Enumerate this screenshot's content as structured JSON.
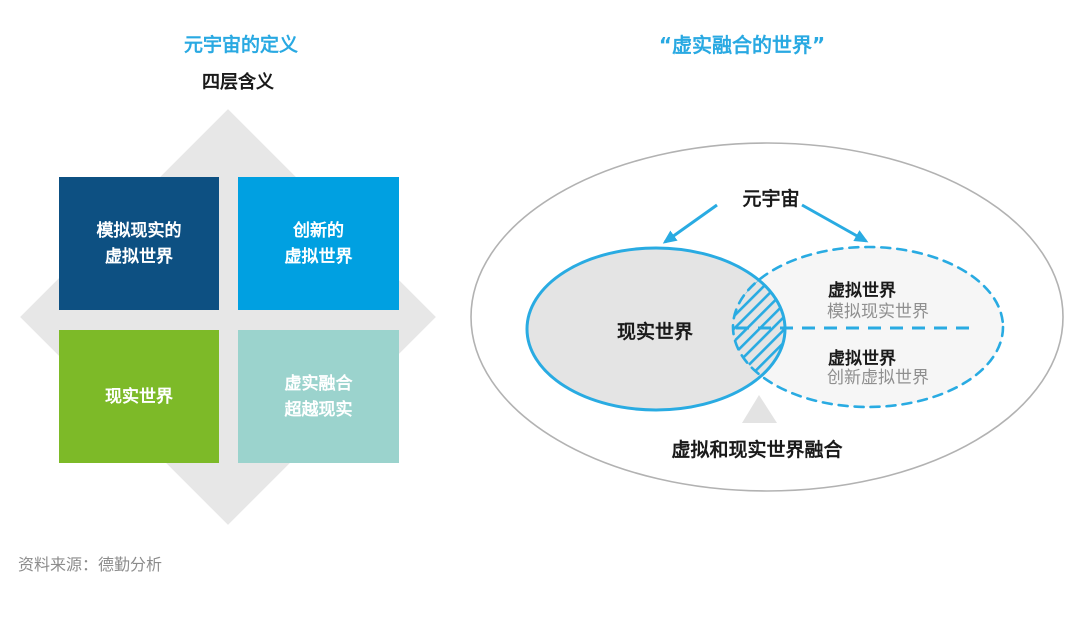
{
  "left_panel": {
    "title": "元宇宙的定义",
    "subtitle": "四层含义",
    "diamond_color": "#E7E7E7",
    "quadrants": [
      {
        "id": "simulated-virtual-world",
        "color": "#0D5082",
        "line1": "模拟现实的",
        "line2": "虚拟世界"
      },
      {
        "id": "innovative-virtual-world",
        "color": "#00A0E1",
        "line1": "创新的",
        "line2": "虚拟世界"
      },
      {
        "id": "real-world",
        "color": "#7DBA28",
        "line1": "现实世界"
      },
      {
        "id": "virtual-real-fusion",
        "color": "#9BD3CD",
        "line1": "虚实融合",
        "line2": "超越现实"
      }
    ]
  },
  "right_panel": {
    "title": "“虚实融合的世界”",
    "metaverse_label": "元宇宙",
    "real_world_label": "现实世界",
    "virtual_top": {
      "title": "虚拟世界",
      "subtitle": "模拟现实世界"
    },
    "virtual_bottom": {
      "title": "虚拟世界",
      "subtitle": "创新虚拟世界"
    },
    "fusion_label": "虚拟和现实世界融合",
    "colors": {
      "outer_stroke": "#B2B2B2",
      "venn_blue": "#29ABE2",
      "real_fill": "#E4E4E4",
      "virtual_fill": "#F6F6F6",
      "triangle_fill": "#E3E3E3",
      "sub_text_gray": "#8F8F8F"
    }
  },
  "footer": {
    "source": "资料来源：德勤分析"
  }
}
